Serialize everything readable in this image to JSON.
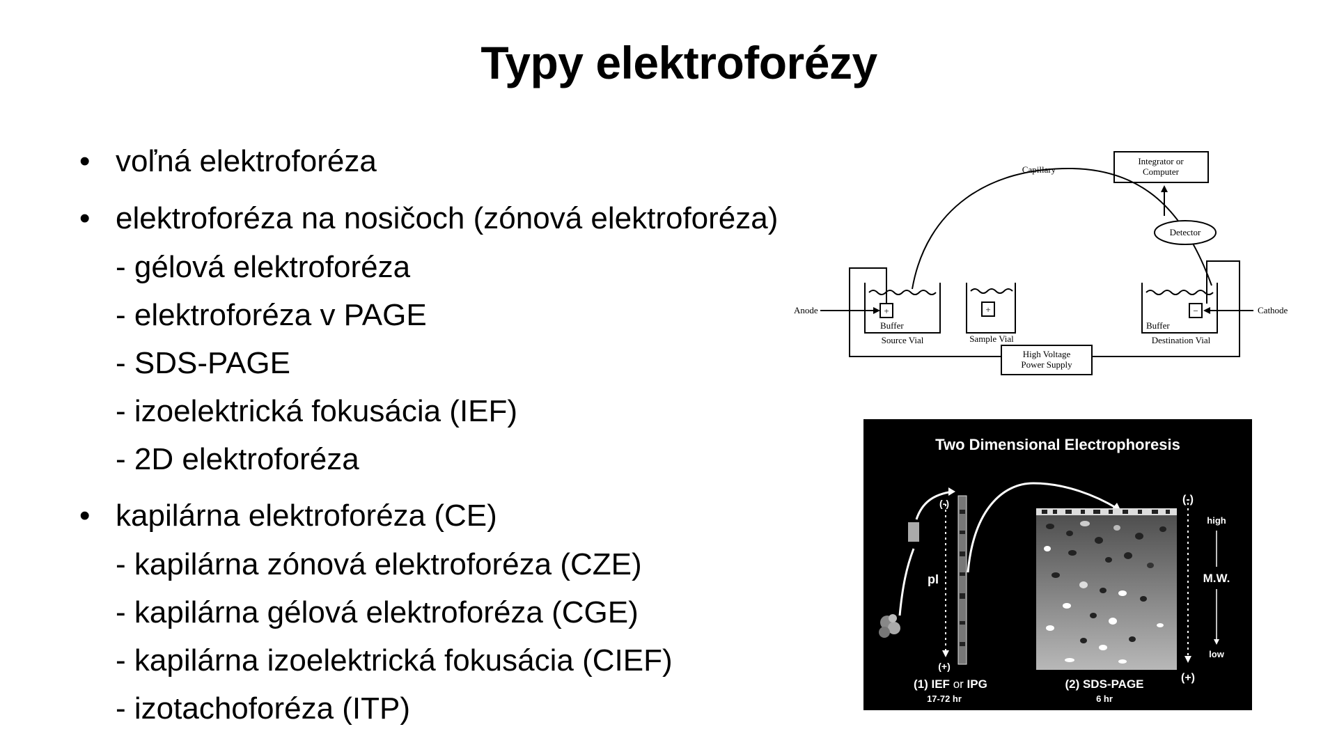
{
  "slide": {
    "title": "Typy elektroforézy",
    "bullets": [
      {
        "label": "voľná elektroforéza",
        "subs": []
      },
      {
        "label": "elektroforéza na nosičoch (zónová elektroforéza)",
        "subs": [
          "- gélová elektroforéza",
          "- elektroforéza v PAGE",
          "- SDS-PAGE",
          "- izoelektrická fokusácia (IEF)",
          "- 2D elektroforéza"
        ]
      },
      {
        "label": "kapilárna elektroforéza (CE)",
        "subs": [
          "- kapilárna zónová elektroforéza (CZE)",
          "- kapilárna gélová elektroforéza (CGE)",
          "- kapilárna izoelektrická fokusácia (CIEF)",
          "- izotachoforéza (ITP)"
        ]
      }
    ]
  },
  "ce_diagram": {
    "capillary": "Capillary",
    "integrator_line1": "Integrator or",
    "integrator_line2": "Computer",
    "detector": "Detector",
    "anode": "Anode",
    "cathode": "Cathode",
    "buffer_left": "Buffer",
    "buffer_right": "Buffer",
    "source_vial": "Source Vial",
    "sample_vial": "Sample Vial",
    "destination_vial": "Destination Vial",
    "hv_line1": "High Voltage",
    "hv_line2": "Power Supply",
    "plus": "+",
    "minus": "−"
  },
  "panel_2d": {
    "title": "Two Dimensional Electrophoresis",
    "neg_left": "(-)",
    "pos_left": "(+)",
    "pi": "pI",
    "neg_right": "(-)",
    "pos_right": "(+)",
    "high": "high",
    "mw": "M.W.",
    "low": "low",
    "step1_a": "(1) IEF",
    "step1_or": "or",
    "step1_b": "IPG",
    "step1_time": "17-72 hr",
    "step2": "(2) SDS-PAGE",
    "step2_time": "6 hr"
  }
}
